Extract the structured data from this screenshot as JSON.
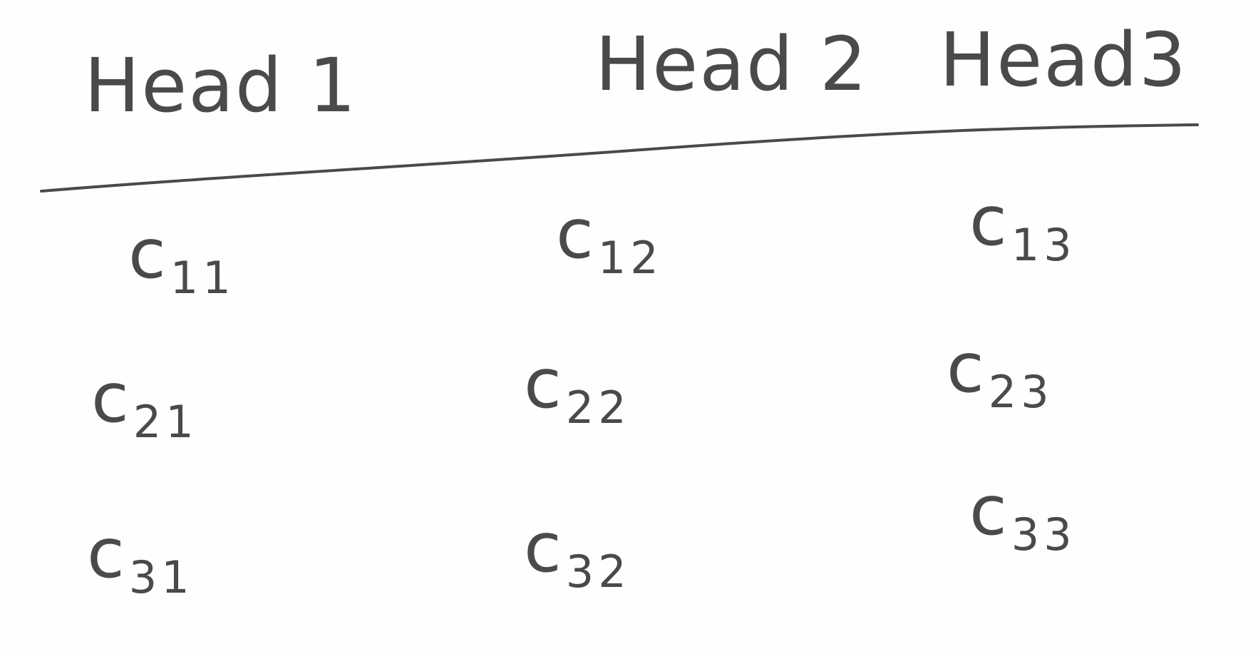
{
  "table": {
    "headers": [
      "Head 1",
      "Head 2",
      "Head3"
    ],
    "rows": [
      [
        {
          "base": "c",
          "sub": "11"
        },
        {
          "base": "c",
          "sub": "12"
        },
        {
          "base": "c",
          "sub": "13"
        }
      ],
      [
        {
          "base": "c",
          "sub": "21"
        },
        {
          "base": "c",
          "sub": "22"
        },
        {
          "base": "c",
          "sub": "23"
        }
      ],
      [
        {
          "base": "c",
          "sub": "31"
        },
        {
          "base": "c",
          "sub": "32"
        },
        {
          "base": "c",
          "sub": "33"
        }
      ]
    ]
  },
  "ink_color": "#4a4a4a",
  "paper_color": "#fefefe"
}
